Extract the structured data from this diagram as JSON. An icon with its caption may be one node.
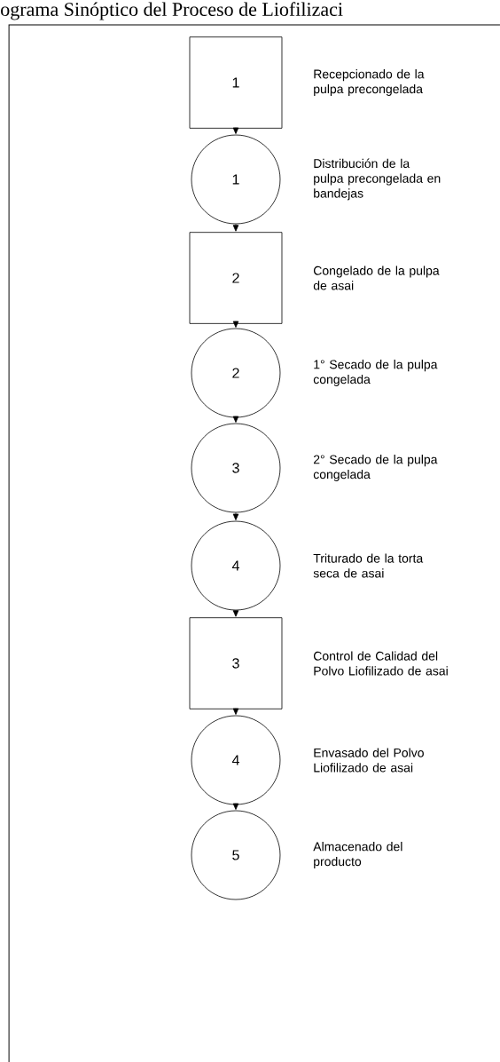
{
  "diagram": {
    "title": "ograma Sinóptico del Proceso de Liofilizaci",
    "nodes": [
      {
        "text": [
          "1"
        ],
        "beside": [
          "Recepcionado de la pulpa precongelada"
        ]
      },
      {
        "text": [
          "1"
        ],
        "beside": [
          "Distribución de la pulpa precongelada en bandejas"
        ]
      },
      {
        "text": [
          "2"
        ],
        "beside": [
          "Congelado de la pulpa de asai"
        ]
      },
      {
        "text": [
          "2"
        ],
        "beside": [
          "1° Secado de la pulpa congelada"
        ]
      },
      {
        "text": [
          "3"
        ],
        "beside": [
          "2° Secado de la pulpa congelada"
        ]
      },
      {
        "text": [
          "4"
        ],
        "beside": [
          "Triturado de la torta seca de asai"
        ]
      },
      {
        "text": [
          "3"
        ],
        "beside": [
          "Control de Calidad del Polvo Liofilizado de asai"
        ]
      },
      {
        "text": [
          "4"
        ],
        "beside": [
          "Envasado del Polvo Liofilizado de asai"
        ]
      },
      {
        "text": [
          "5"
        ],
        "beside": [
          "Almacenado del producto"
        ]
      }
    ],
    "edges": [
      {
        "from": 0,
        "to": 1,
        "arrow": "to"
      },
      {
        "from": 1,
        "to": 2,
        "arrow": "to"
      },
      {
        "from": 2,
        "to": 3,
        "arrow": "to"
      },
      {
        "from": 3,
        "to": 4,
        "arrow": "to"
      },
      {
        "from": 4,
        "to": 5,
        "arrow": "to"
      },
      {
        "from": 5,
        "to": 6,
        "arrow": "to"
      },
      {
        "from": 6,
        "to": 7,
        "arrow": "to"
      },
      {
        "from": 7,
        "to": 8,
        "arrow": "to"
      }
    ]
  }
}
